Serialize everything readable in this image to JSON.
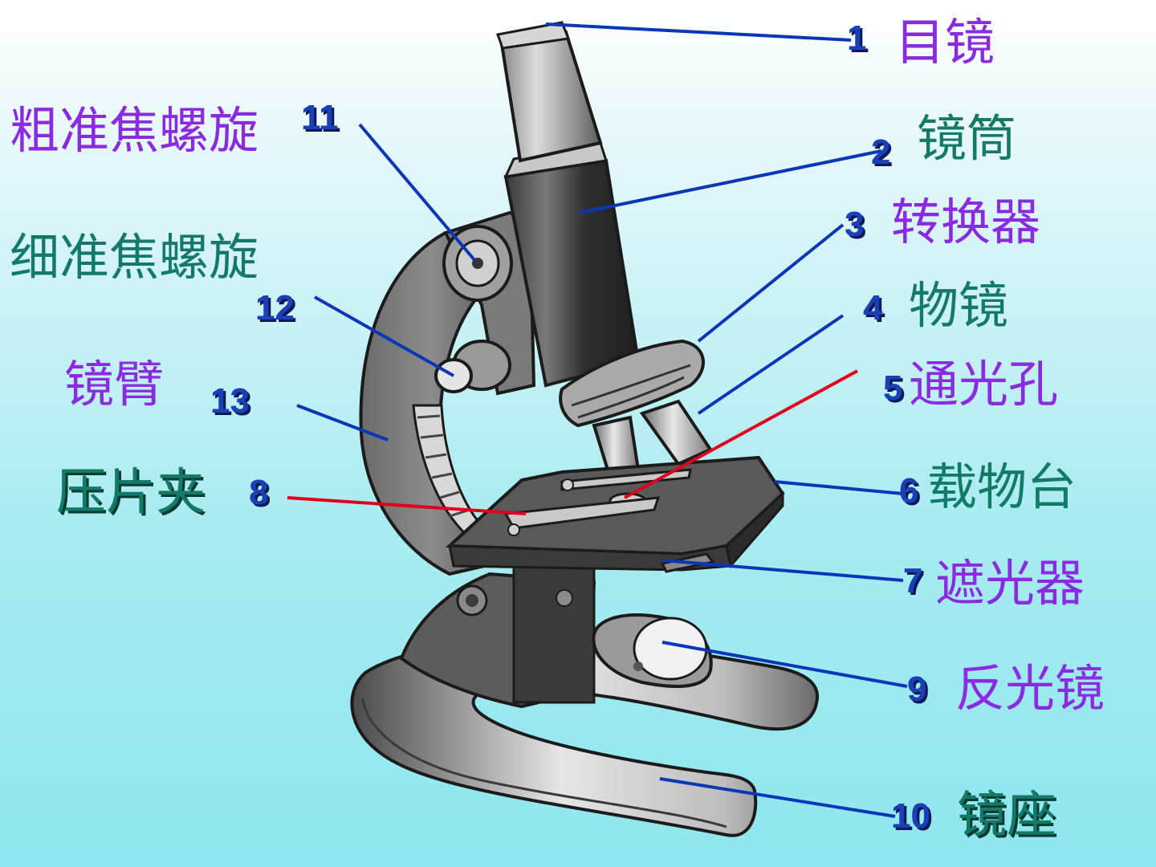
{
  "colors": {
    "leader": "#0a36b8",
    "leader_highlight": "#e0001c",
    "label_purple": "#8a2be2",
    "label_teal": "#137a68",
    "number": "#1a3fb6"
  },
  "parts": [
    {
      "num": "1",
      "name": "目镜",
      "color": "purple"
    },
    {
      "num": "2",
      "name": "镜筒",
      "color": "teal"
    },
    {
      "num": "3",
      "name": "转换器",
      "color": "purple"
    },
    {
      "num": "4",
      "name": "物镜",
      "color": "teal"
    },
    {
      "num": "5",
      "name": "通光孔",
      "color": "purple"
    },
    {
      "num": "6",
      "name": "载物台",
      "color": "teal"
    },
    {
      "num": "7",
      "name": "遮光器",
      "color": "purple"
    },
    {
      "num": "8",
      "name": "压片夹",
      "color": "teal"
    },
    {
      "num": "9",
      "name": "反光镜",
      "color": "purple"
    },
    {
      "num": "10",
      "name": "镜座",
      "color": "teal"
    },
    {
      "num": "11",
      "name": "粗准焦螺旋",
      "color": "purple"
    },
    {
      "num": "12",
      "name": "细准焦螺旋",
      "color": "teal"
    },
    {
      "num": "13",
      "name": "镜臂",
      "color": "purple"
    }
  ]
}
